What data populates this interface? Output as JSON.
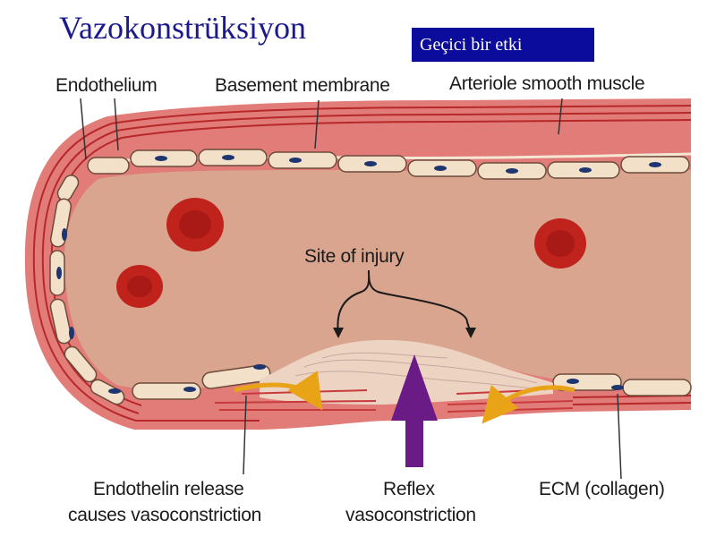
{
  "slide": {
    "title": "Vazokonstrüksiyon",
    "badge": "Geçici bir etki"
  },
  "labels": {
    "endothelium": "Endothelium",
    "basement_membrane": "Basement membrane",
    "smooth_muscle": "Arteriole smooth muscle",
    "site_of_injury": "Site of injury",
    "endothelin_line1": "Endothelin release",
    "endothelin_line2": "causes vasoconstriction",
    "reflex_line1": "Reflex",
    "reflex_line2": "vasoconstriction",
    "ecm": "ECM (collagen)"
  },
  "colors": {
    "title": "#1a1a8c",
    "badge_bg": "#0b0b9c",
    "vessel_wall": "#d8484a",
    "lumen": "#d9a58f",
    "red_cell": "#c0221c",
    "yellow_arrow": "#e8a317",
    "purple_arrow": "#6a1b86"
  }
}
